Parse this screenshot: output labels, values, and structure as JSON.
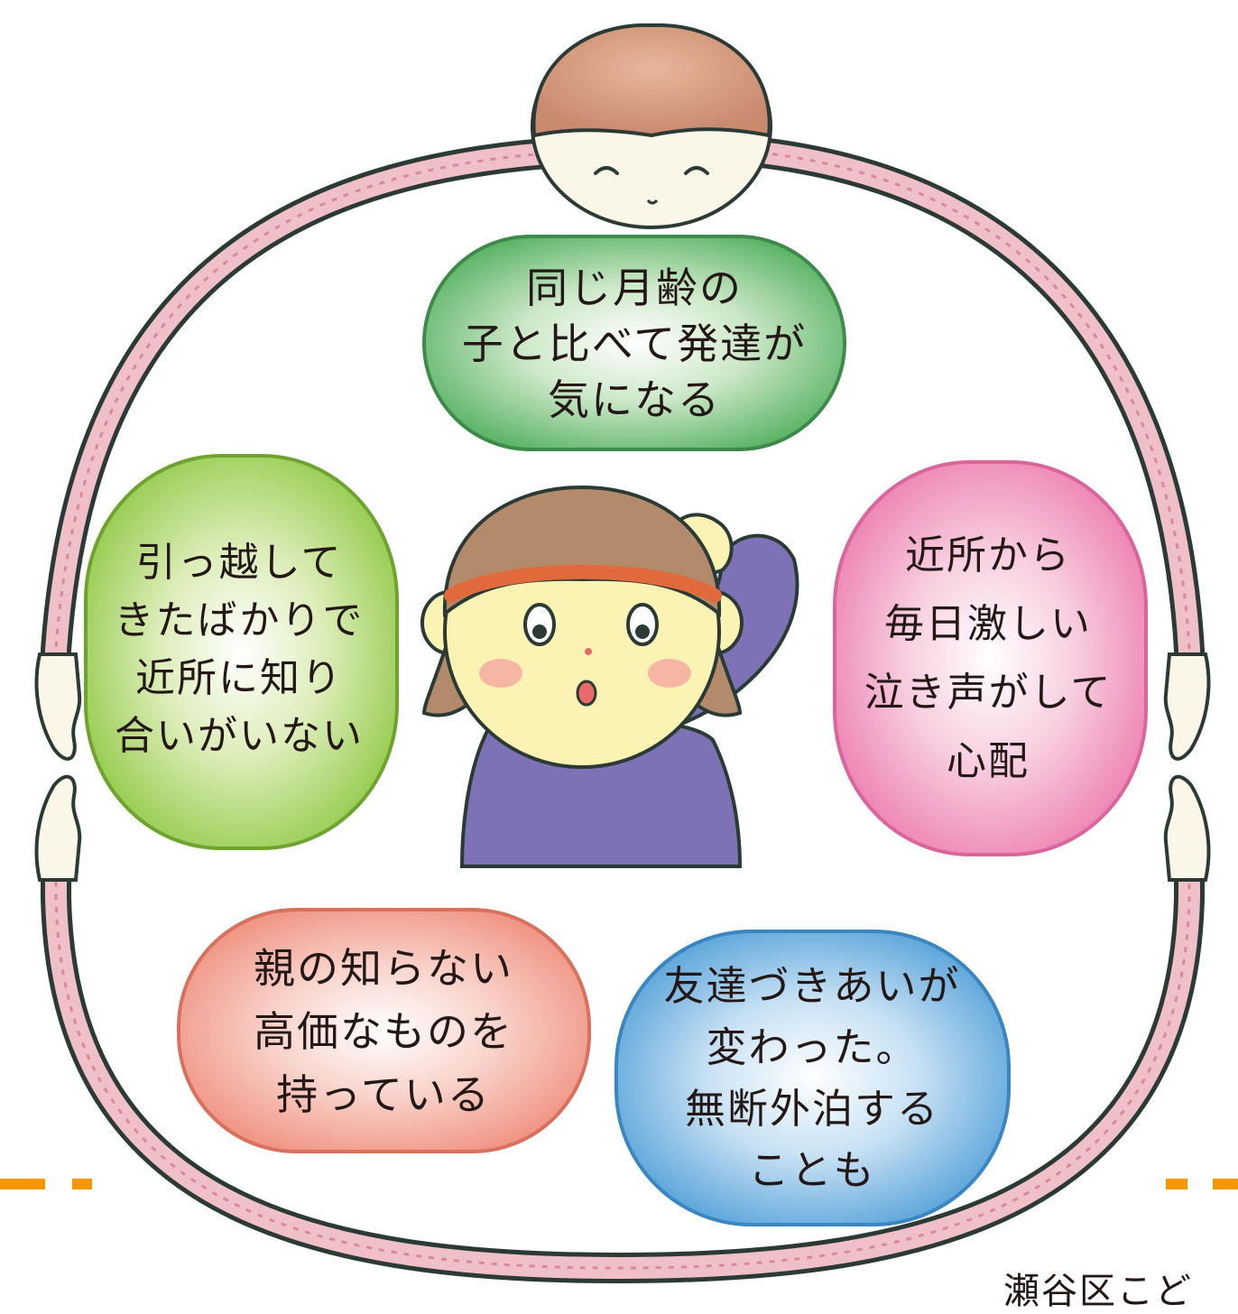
{
  "bubbles": {
    "top": {
      "lines": [
        "同じ月齢の",
        "子と比べて発達が",
        "気になる"
      ],
      "color": "#4fae5b"
    },
    "left": {
      "lines": [
        "引っ越して",
        "きたばかりで",
        "近所に知り",
        "合いがいない"
      ],
      "color": "#8cc63f"
    },
    "right": {
      "lines": [
        "近所から",
        "毎日激しい",
        "泣き声がして",
        "心配"
      ],
      "color": "#ec77ac"
    },
    "bottom_left": {
      "lines": [
        "親の知らない",
        "高価なものを",
        "持っている"
      ],
      "color": "#ef8c79"
    },
    "bottom_right": {
      "lines": [
        "友達づきあいが",
        "変わった。",
        "無断外泊する",
        "ことも"
      ],
      "color": "#4a9bd6"
    }
  },
  "footer": {
    "text": "瀬谷区こど"
  },
  "colors": {
    "ring_fill": "#f0c0c8",
    "outline": "#2b3a34",
    "dash_accent": "#f39800"
  },
  "icons": [
    "child-head-icon",
    "thinking-girl-icon",
    "hand-icon"
  ]
}
